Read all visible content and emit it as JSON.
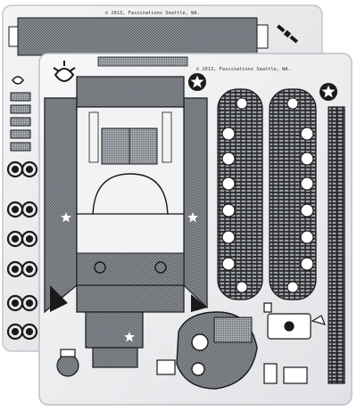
{
  "product": {
    "sheets": [
      {
        "id": "back",
        "copyright": "© 2013, Fascinations Seattle, WA."
      },
      {
        "id": "front",
        "copyright": "© 2013, Fascinations Seattle, WA."
      }
    ],
    "colors": {
      "sheet_metal": "#e9eaec",
      "sheet_edge": "#b9bcc1",
      "cut_line": "#1a1a1a",
      "etched_mesh": "#6c6f74",
      "star": "#ffffff"
    },
    "icons": [
      "star-marking-icon",
      "satellite-icon",
      "gear-icon",
      "road-wheel-icon"
    ]
  }
}
